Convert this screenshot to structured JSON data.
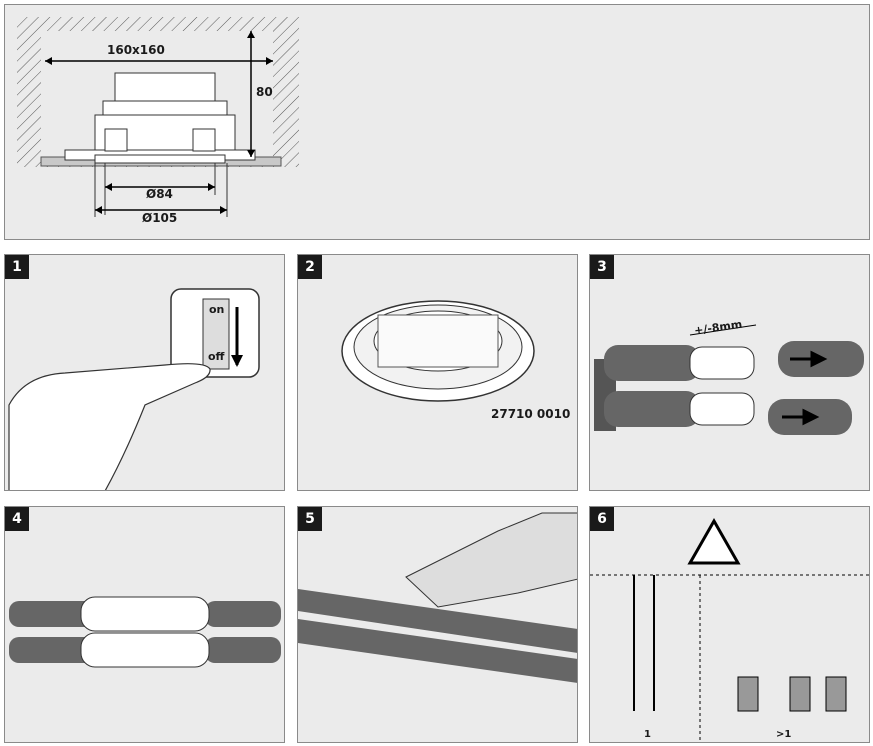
{
  "dimensions": {
    "width_label": "160x160",
    "height_label": "80",
    "inner_diameter_label": "Ø84",
    "outer_diameter_label": "Ø105"
  },
  "steps": [
    {
      "number": "1",
      "switch_on": "on",
      "switch_off": "off"
    },
    {
      "number": "2",
      "part_number": "27710 0010"
    },
    {
      "number": "3",
      "strip_length": "+/-8mm"
    },
    {
      "number": "4"
    },
    {
      "number": "5"
    },
    {
      "number": "6",
      "single_label": "1",
      "multi_label": ">1",
      "plus": "+",
      "minus": "-",
      "ellipsis": "..."
    }
  ],
  "colors": {
    "panel": "#ebebeb",
    "border": "#8a8a8a",
    "cable": "#666666",
    "dark": "#1a1a1a"
  }
}
